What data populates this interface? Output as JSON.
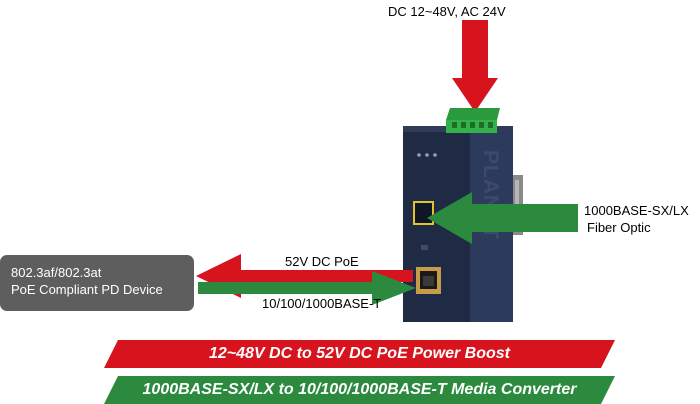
{
  "power_input_label": "DC 12~48V, AC 24V",
  "fiber_label_line1": "1000BASE-SX/LX",
  "fiber_label_line2": "Fiber Optic",
  "poe_output_label": "52V DC PoE",
  "ethernet_label": "10/100/1000BASE-T",
  "pd_device_line1": "802.3af/802.3at",
  "pd_device_line2": "PoE Compliant PD Device",
  "device_brand": "PLANET",
  "banner_power": "12~48V DC to 52V DC PoE Power Boost",
  "banner_media": "1000BASE-SX/LX to 10/100/1000BASE-T Media Converter",
  "colors": {
    "power_arrow": "#d7141e",
    "data_arrow": "#2b8a3e",
    "device_body": "#1f2a44",
    "pd_box": "#5e5e5e",
    "terminal_block": "#34b24a"
  },
  "icons": {
    "power_arrow": "arrow-down-icon",
    "fiber_arrow": "arrow-left-icon",
    "poe_arrow": "arrow-left-icon",
    "ethernet_arrow": "arrow-right-icon"
  }
}
